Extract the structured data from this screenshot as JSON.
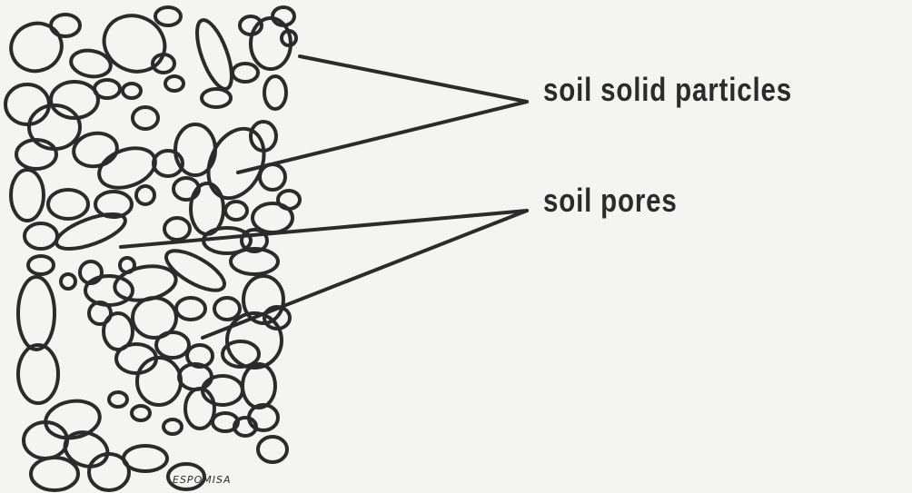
{
  "labels": {
    "solid": "soil solid particles",
    "pores": "soil pores"
  },
  "signature": "ESPOMISA",
  "colors": {
    "ink": "#2b2b2b",
    "background": "#f4f4f2"
  }
}
